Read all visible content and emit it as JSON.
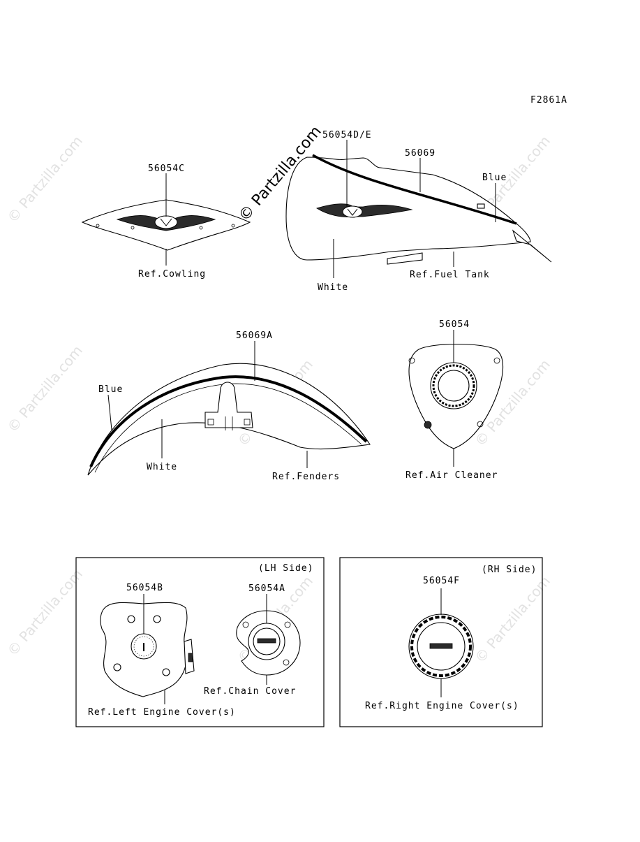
{
  "figure_code": "F2861A",
  "watermark": {
    "main": "© Partzilla.com",
    "repeat": "© Partzilla.com"
  },
  "cowling": {
    "part_number": "56054C",
    "ref": "Ref.Cowling"
  },
  "fuel_tank": {
    "part_main": "56054D/E",
    "part_stripe": "56069",
    "color_stripe": "Blue",
    "color_body": "White",
    "ref": "Ref.Fuel Tank"
  },
  "fender": {
    "part_number": "56069A",
    "color_stripe": "Blue",
    "color_body": "White",
    "ref": "Ref.Fenders"
  },
  "air_cleaner": {
    "part_number": "56054",
    "ref": "Ref.Air Cleaner"
  },
  "lh_side": {
    "title": "(LH Side)",
    "engine_cover_part": "56054B",
    "engine_cover_ref": "Ref.Left Engine Cover(s)",
    "chain_cover_part": "56054A",
    "chain_cover_ref": "Ref.Chain Cover"
  },
  "rh_side": {
    "title": "(RH Side)",
    "part_number": "56054F",
    "ref": "Ref.Right Engine Cover(s)"
  }
}
